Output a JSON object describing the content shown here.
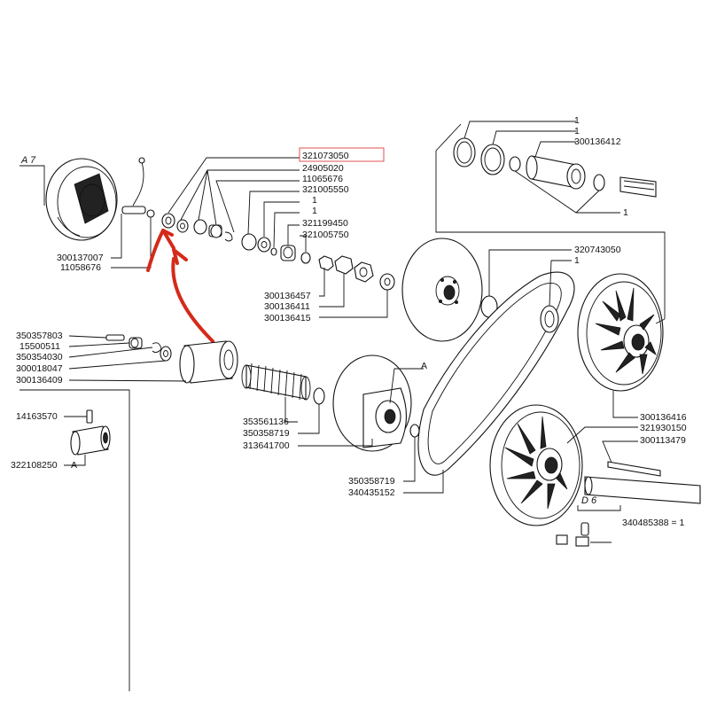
{
  "labels": {
    "l321073050": "321073050",
    "l24905020": "24905020",
    "l11065676": "11065676",
    "l321005550": "321005550",
    "l1a": "1",
    "l1b": "1",
    "l321199450": "321199450",
    "l321005750": "321005750",
    "l300136457": "300136457",
    "l300136411": "300136411",
    "l300136415": "300136415",
    "l300137007": "300137007",
    "l11058676": "11058676",
    "l350357803": "350357803",
    "l15500511": "15500511",
    "l350354030": "350354030",
    "l300018047": "300018047",
    "l300136409": "300136409",
    "l14163570": "14163570",
    "l322108250": "322108250",
    "l353561136": "353561136",
    "l350358719a": "350358719",
    "l313641700": "313641700",
    "l350358719b": "350358719",
    "l340435152": "340435152",
    "l1top1": "1",
    "l1top2": "1",
    "l300136412": "300136412",
    "l1top3": "1",
    "l320743050": "320743050",
    "l1mid": "1",
    "l300136416": "300136416",
    "l321930150": "321930150",
    "l300113479": "300113479",
    "l340485388": "340485388 = 1",
    "secA7": "A 7",
    "secD6": "D 6",
    "refA1": "A",
    "refA2": "A"
  },
  "colors": {
    "highlight_box": "#e05050",
    "arrow": "#d42a1a",
    "ink": "#111111"
  }
}
